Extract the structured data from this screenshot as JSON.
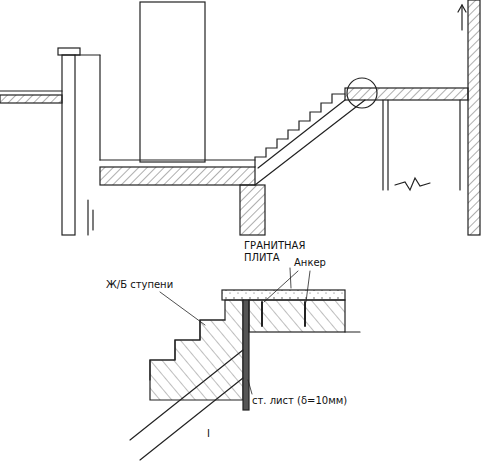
{
  "diagram": {
    "labels": [
      "ГРАНИТНАЯ ПЛИТА",
      "Анкер",
      "Ж/Б ступени",
      "ст. лист (δ=10мм)",
      "I"
    ]
  }
}
